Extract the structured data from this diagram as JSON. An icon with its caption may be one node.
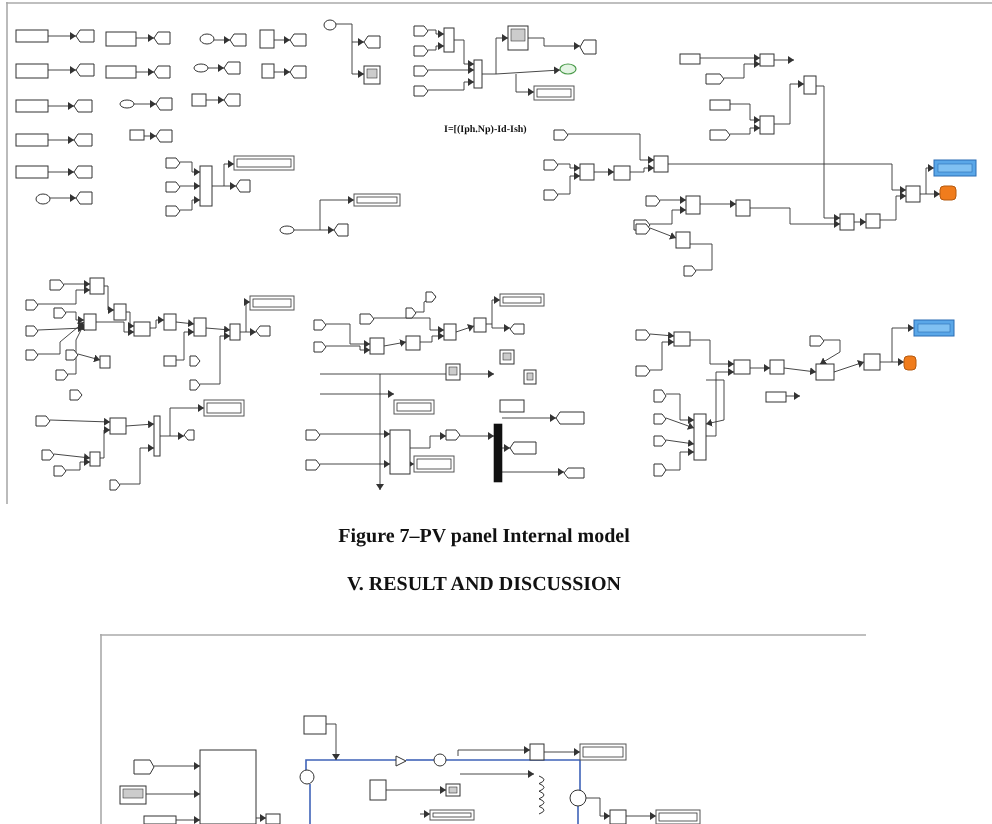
{
  "diagram": {
    "caption": "Figure 7–PV panel Internal model",
    "labels": [
      "I=[(Iph.Np)-Id-Ish)",
      "V. RESULT AND DISCUSSION"
    ]
  }
}
